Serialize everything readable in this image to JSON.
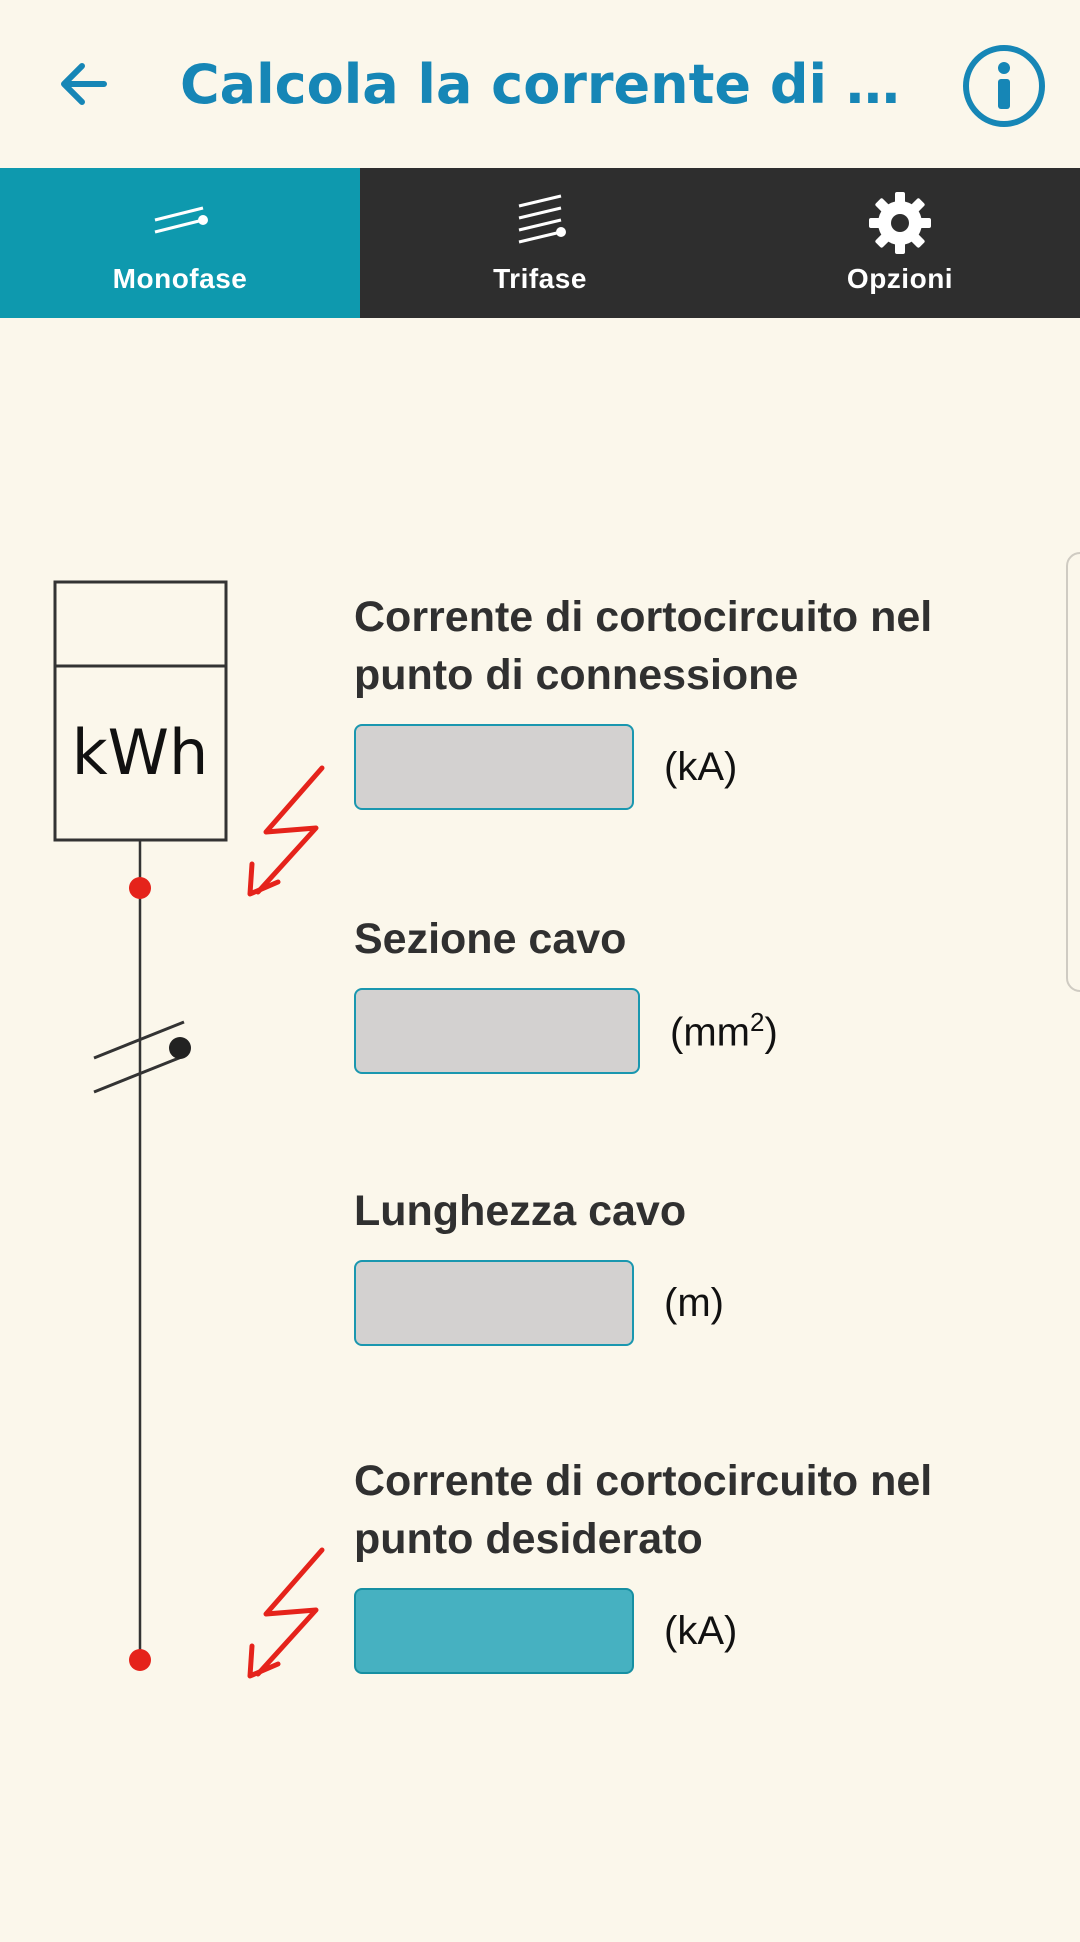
{
  "appbar": {
    "title": "Calcola la corrente di cortocircuito"
  },
  "tabs": [
    {
      "label": "Monofase",
      "icon": "single-phase-icon",
      "active": true
    },
    {
      "label": "Trifase",
      "icon": "three-phase-icon",
      "active": false
    },
    {
      "label": "Opzioni",
      "icon": "gear-icon",
      "active": false
    }
  ],
  "diagram": {
    "meter_label": "kWh"
  },
  "fields": {
    "connection_current": {
      "label_line1": "Corrente di cortocircuito nel",
      "label_line2": "punto di connessione",
      "value": "",
      "unit": "(kA)"
    },
    "cable_section": {
      "label": "Sezione cavo",
      "value": "",
      "unit_prefix": "(mm",
      "unit_sup": "2",
      "unit_suffix": ")"
    },
    "cable_length": {
      "label": "Lunghezza cavo",
      "value": "",
      "unit": "(m)"
    },
    "desired_current": {
      "label_line1": "Corrente di cortocircuito nel",
      "label_line2": "punto desiderato",
      "value": "",
      "unit": "(kA)"
    }
  },
  "colors": {
    "accent": "#1686B6",
    "tab_active": "#0E99AE",
    "tab_bar": "#2E2E2E",
    "background": "#FBF7EB",
    "input_bg": "#D3D1D0",
    "result_bg": "#46B1C1",
    "fault_red": "#E5231B"
  }
}
